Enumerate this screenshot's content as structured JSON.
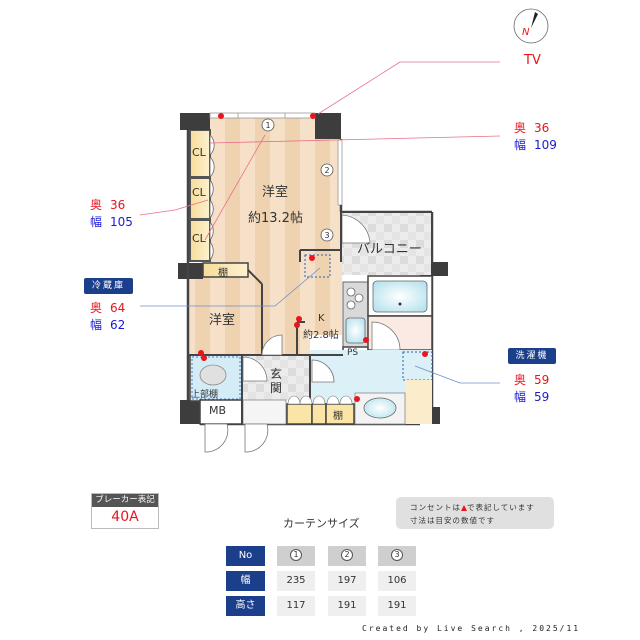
{
  "compass": {
    "label": "N",
    "icon": "north-arrow-icon"
  },
  "tv": {
    "label": "TV"
  },
  "floorplan": {
    "rooms": {
      "main_room": {
        "name": "洋室",
        "size": "約13.2帖"
      },
      "sub_room": {
        "name": "洋室"
      },
      "kitchen": {
        "name": "K",
        "size": "約2.8帖"
      },
      "balcony": {
        "name": "バルコニー"
      },
      "entrance": {
        "name": "玄関"
      },
      "ps": {
        "name": "PS"
      },
      "mb": {
        "name": "MB"
      },
      "upper_shelf": {
        "name": "上部棚"
      },
      "shelf_1": {
        "name": "棚"
      },
      "shelf_2": {
        "name": "棚"
      },
      "closets": [
        "CL",
        "CL",
        "CL"
      ]
    },
    "window_markers": [
      "①",
      "②",
      "③"
    ]
  },
  "callouts": {
    "tv_size": {
      "depth_label": "奥",
      "depth": "36",
      "width_label": "幅",
      "width": "109"
    },
    "left_size": {
      "depth_label": "奥",
      "depth": "36",
      "width_label": "幅",
      "width": "105"
    },
    "fridge": {
      "tag": "冷蔵庫",
      "depth_label": "奥",
      "depth": "64",
      "width_label": "幅",
      "width": "62"
    },
    "washer": {
      "tag": "洗濯機",
      "depth_label": "奥",
      "depth": "59",
      "width_label": "幅",
      "width": "59"
    }
  },
  "breaker": {
    "header": "ブレーカー表記",
    "value": "40A"
  },
  "note": {
    "line1_a": "コンセントは",
    "line1_b": "で表記しています",
    "line2": "寸法は目安の数値です"
  },
  "curtain": {
    "title": "カーテンサイズ",
    "row_headers": [
      "No",
      "幅",
      "高さ"
    ],
    "columns": [
      {
        "no": "1",
        "width": "235",
        "height": "117"
      },
      {
        "no": "2",
        "width": "197",
        "height": "191"
      },
      {
        "no": "3",
        "width": "106",
        "height": "191"
      }
    ]
  },
  "credit": "Created by Live Search , 2025/11",
  "colors": {
    "accent_navy": "#1c3f8c",
    "red": "#e8141e",
    "blue": "#1a1ad6",
    "floor_wood": "#f3dcc0"
  }
}
